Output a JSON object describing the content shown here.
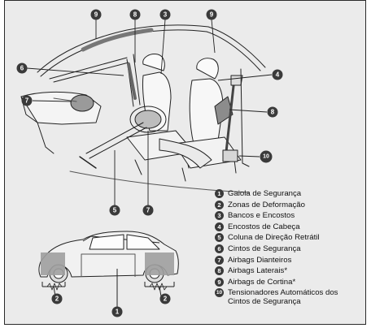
{
  "legend": [
    {
      "num": "1",
      "label": "Gaiola de Segurança"
    },
    {
      "num": "2",
      "label": "Zonas de Deformação"
    },
    {
      "num": "3",
      "label": "Bancos e Encostos"
    },
    {
      "num": "4",
      "label": "Encostos de Cabeça"
    },
    {
      "num": "5",
      "label": "Coluna de Direção Retrátil"
    },
    {
      "num": "6",
      "label": "Cintos de Segurança"
    },
    {
      "num": "7",
      "label": "Airbags Dianteiros"
    },
    {
      "num": "8",
      "label": "Airbags Laterais*"
    },
    {
      "num": "9",
      "label": "Airbags de Cortina*"
    },
    {
      "num": "10",
      "label": "Tensionadores Automáticos dos\nCintos de Segurança"
    }
  ],
  "callouts": {
    "c9a": "9",
    "c8": "8",
    "c3": "3",
    "c9b": "9",
    "c6": "6",
    "c4": "4",
    "c7a": "7",
    "c8b": "8",
    "c10": "10",
    "c5": "5",
    "c7b": "7",
    "car_2a": "2",
    "car_2b": "2",
    "car_1": "1"
  }
}
